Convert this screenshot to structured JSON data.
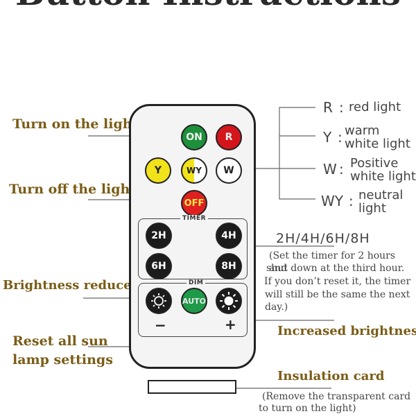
{
  "title": "Button Instructions",
  "left_labels": {
    "turn_on": "Turn on the light",
    "turn_off": "Turn off the lights",
    "brightness_reduced": "Brightness reduced",
    "reset_line1": "Reset all sun",
    "reset_line2": "lamp settings"
  },
  "buttons": {
    "on": "ON",
    "r": "R",
    "y": "Y",
    "wy": "WY",
    "w": "W",
    "off": "OFF",
    "h2": "2H",
    "h4": "4H",
    "h6": "6H",
    "h8": "8H",
    "auto": "AUTO"
  },
  "panels": {
    "timer": "TIMER",
    "dim": "DIM",
    "minus": "−",
    "plus": "+"
  },
  "colors": {
    "on": "#1e8f3a",
    "r": "#d4161c",
    "y": "#f2e21a",
    "off": "#e02020",
    "black": "#1c1c1c",
    "auto": "#1e9a48"
  },
  "right_labels": {
    "r_key": "R",
    "r_sep": ":",
    "r_text": "red light",
    "y_key": "Y",
    "y_sep": ":",
    "y_text1": "warm",
    "y_text2": "white light",
    "w_key": "W",
    "w_sep": ":",
    "w_text1": "Positive",
    "w_text2": "white light",
    "wy_key": "WY",
    "wy_sep": ":",
    "wy_text1": "neutral",
    "wy_text2": "light"
  },
  "timer_info": {
    "heading": "2H/4H/6H/8H",
    "line1": "(Set the timer for 2 hours and",
    "line2": "shut down  at the third hour.",
    "line3": "If you don’t reset it, the timer",
    "line4": "will still be the same the next",
    "line5": "day.)"
  },
  "increased_brightness": "Increased brightness",
  "insulation": {
    "title": "Insulation card",
    "line1": "(Remove the transparent card",
    "line2": "to turn on the light)"
  }
}
